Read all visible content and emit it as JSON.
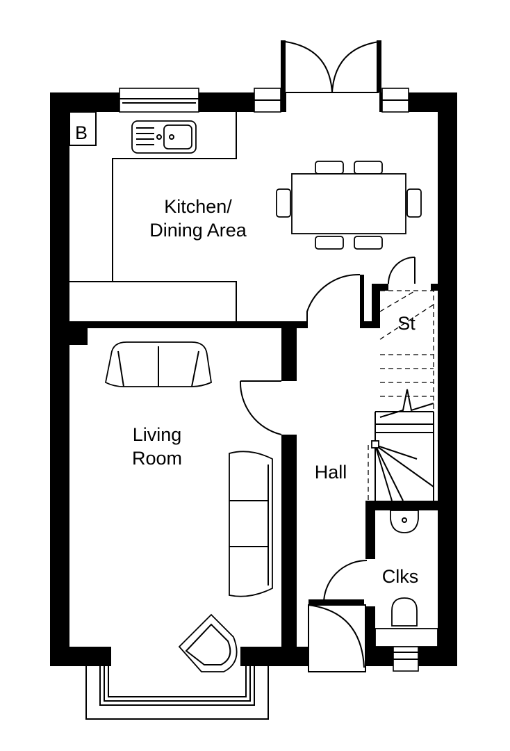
{
  "rooms": {
    "boiler": "B",
    "kitchen_line1": "Kitchen/",
    "kitchen_line2": "Dining Area",
    "living_line1": "Living",
    "living_line2": "Room",
    "hall": "Hall",
    "store": "St",
    "cloakroom": "Clks"
  },
  "colors": {
    "wall": "#000000",
    "background": "#ffffff"
  }
}
